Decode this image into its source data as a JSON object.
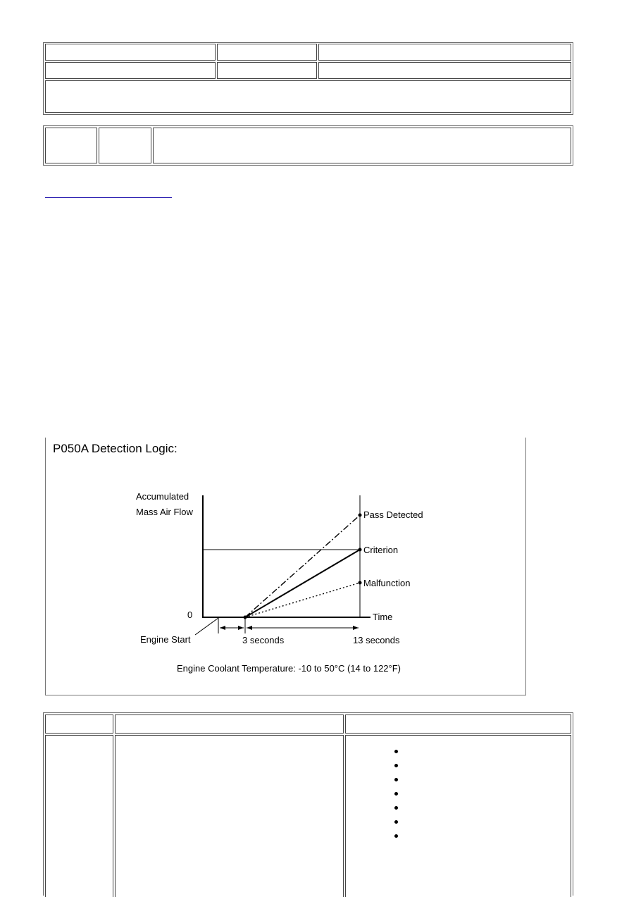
{
  "figure": {
    "title": "P050A Detection Logic:",
    "y_label_line1": "Accumulated",
    "y_label_line2": "Mass Air Flow",
    "zero_label": "0",
    "time_label": "Time",
    "engine_start_label": "Engine Start",
    "three_seconds_label": "3 seconds",
    "thirteen_seconds_label": "13 seconds",
    "pass_label": "Pass Detected",
    "criterion_label": "Criterion",
    "malfunction_label": "Malfunction",
    "footnote": "Engine Coolant Temperature: -10 to 50°C (14 to 122°F)"
  },
  "bottom_table": {
    "bullet_count": 7
  }
}
